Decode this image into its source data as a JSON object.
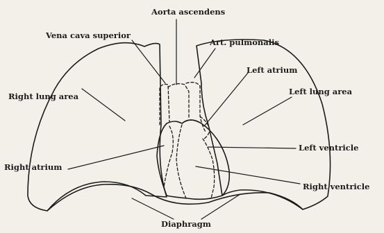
{
  "diagram": {
    "labels": {
      "aorta_ascendens": "Aorta ascendens",
      "vena_cava_superior": "Vena cava superior",
      "art_pulmonalis": "Art. pulmonalis",
      "left_atrium": "Left atrium",
      "right_lung_area": "Right lung area",
      "left_lung_area": "Left lung area",
      "left_ventricle": "Left ventricle",
      "right_atrium": "Right atrium",
      "right_ventricle": "Right ventricle",
      "diaphragm": "Diaphragm"
    },
    "colors": {
      "background": "#f2f0e8",
      "ink": "#1b1b1b"
    }
  }
}
